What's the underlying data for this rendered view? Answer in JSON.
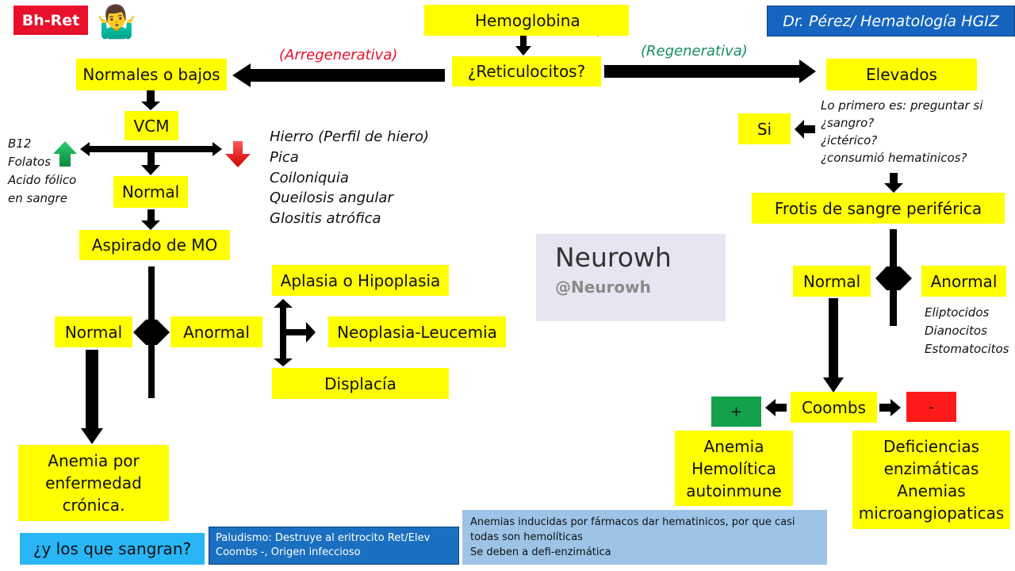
{
  "header": {
    "badge": "Bh-Ret",
    "emoji": "🤷‍♂️",
    "author": "Dr. Pérez/ Hematología HGIZ"
  },
  "top": {
    "hemoglobina": "Hemoglobina",
    "reticulocitos": "¿Reticulocitos?",
    "arregenerativa": "(Arregenerativa)",
    "regenerativa": "(Regenerativa)"
  },
  "left": {
    "normales_bajos": "Normales o bajos",
    "vcm": "VCM",
    "high_list": [
      "B12",
      "Folatos",
      "Acido fólico",
      "en sangre"
    ],
    "low_list": [
      "Hierro (Perfil de hiero)",
      "Pica",
      "Coiloniquia",
      "Queilosis angular",
      "Glositis atrófica"
    ],
    "normal1": "Normal",
    "aspirado": "Aspirado de MO",
    "normal2": "Normal",
    "anormal": "Anormal",
    "aplasia": "Aplasia o Hipoplasia",
    "neoplasia": "Neoplasia-Leucemia",
    "displasia": "Displacía",
    "anemia_cronica": [
      "Anemia por",
      "enfermedad",
      "crónica."
    ]
  },
  "watermark": {
    "name": "Neurowh",
    "handle": "@Neurowh"
  },
  "right": {
    "elevados": "Elevados",
    "questions": [
      "Lo primero es: preguntar si",
      "¿sangro?",
      "¿ictérico?",
      "¿consumió hematinicos?"
    ],
    "si": "Si",
    "frotis": "Frotis de sangre periférica",
    "normal": "Normal",
    "anormal": "Anormal",
    "cells": [
      "Eliptocidos",
      "Dianocitos",
      "Estomatocitos"
    ],
    "coombs": "Coombs",
    "plus": "+",
    "minus": "-",
    "hemolitica": [
      "Anemia",
      "Hemolítica",
      "autoinmune"
    ],
    "deficiencias": [
      "Deficiencias",
      "enzimáticas",
      "Anemias",
      "microangiopaticas"
    ]
  },
  "bottom": {
    "sangran": "¿y los que sangran?",
    "paludismo": [
      "Paludismo: Destruye al eritrocito Ret/Elev",
      "Coombs -, Origen infeccioso"
    ],
    "farmacos": [
      "Anemias inducidas por fármacos dar hematinicos, por que casi",
      "todas son hemolíticas",
      "Se deben a defi-enzimática"
    ]
  },
  "colors": {
    "yellow": "#ffff00",
    "red_badge": "#e8102a",
    "blue_header": "#1565c0",
    "green_plus": "#12a04a",
    "red_minus": "#ff1a1a",
    "light_blue": "#29b6f6",
    "dark_blue_note": "#1a6fc0",
    "pale_blue_note": "#9dc3e6",
    "arregenerativa_text": "#e8102a",
    "regenerativa_text": "#13905e"
  }
}
